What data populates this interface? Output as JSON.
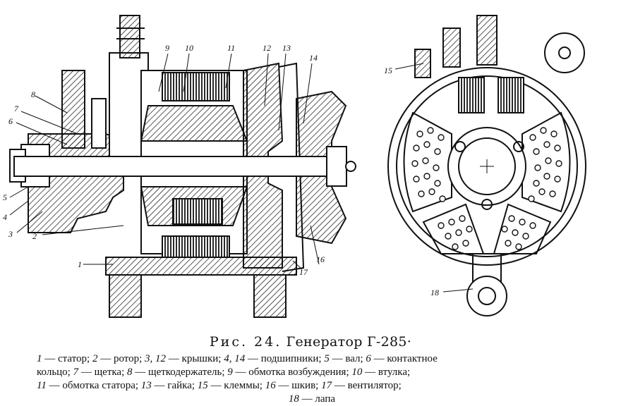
{
  "figure": {
    "caption_prefix": "Рис. 24.",
    "caption_title": "Генератор Г-285·",
    "callouts_left": {
      "c1": "1",
      "c2": "2",
      "c3": "3",
      "c4": "4",
      "c5": "5",
      "c6": "6",
      "c7": "7",
      "c8": "8",
      "c9": "9",
      "c10": "10",
      "c11": "11",
      "c12": "12",
      "c13": "13",
      "c14": "14",
      "c16": "16",
      "c17": "17"
    },
    "callouts_right": {
      "c15": "15",
      "c18": "18"
    }
  },
  "legend": {
    "lines": [
      [
        {
          "n": "1",
          "t": " — статор; "
        },
        {
          "n": "2",
          "t": " — ротор; "
        },
        {
          "n": "3, 12",
          "t": " — крышки; "
        },
        {
          "n": "4, 14",
          "t": " — подшипники; "
        },
        {
          "n": "5",
          "t": " — вал; "
        },
        {
          "n": "6",
          "t": " — контактное"
        }
      ],
      [
        {
          "n": "",
          "t": "кольцо; "
        },
        {
          "n": "7",
          "t": " — щетка; "
        },
        {
          "n": "8",
          "t": " — щеткодержатель; "
        },
        {
          "n": "9",
          "t": " — обмотка возбуждения; "
        },
        {
          "n": "10",
          "t": " — втулка;"
        }
      ],
      [
        {
          "n": "11",
          "t": " — обмотка статора; "
        },
        {
          "n": "13",
          "t": " — гайка; "
        },
        {
          "n": "15",
          "t": " — клеммы; "
        },
        {
          "n": "16",
          "t": " — шкив; "
        },
        {
          "n": "17",
          "t": " — вентилятор;"
        }
      ],
      [
        {
          "n": "18",
          "t": " — лапа"
        }
      ]
    ]
  }
}
